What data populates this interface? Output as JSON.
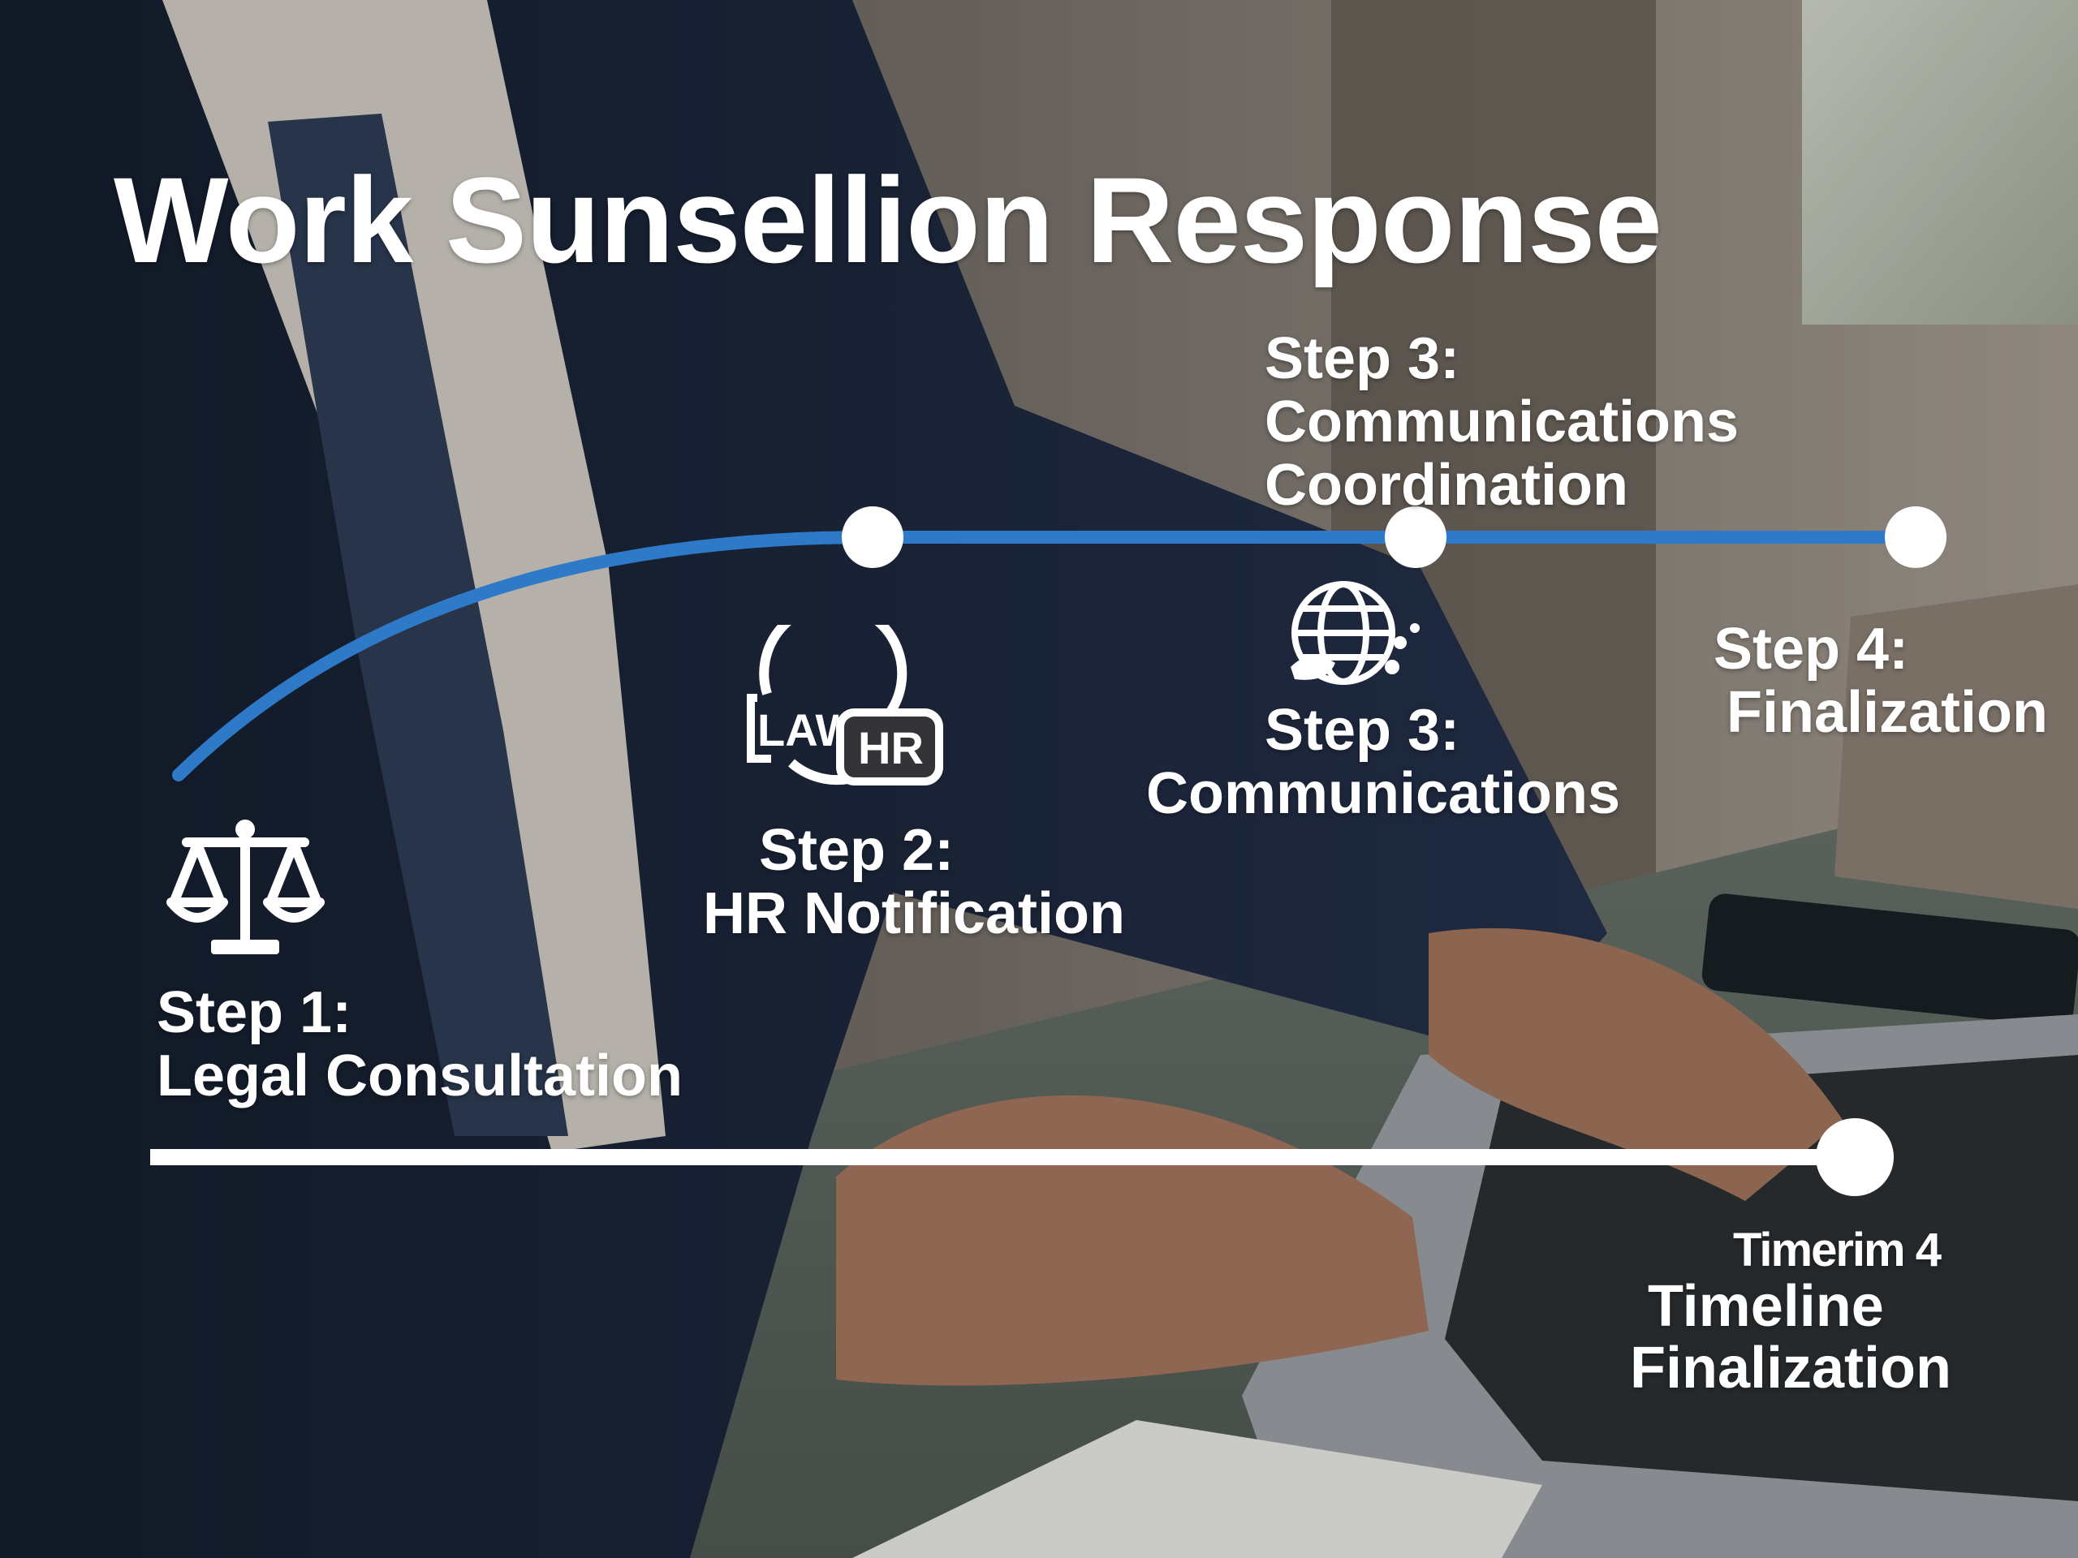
{
  "title": "Work Sunsellion Response",
  "steps": {
    "step1": {
      "label": "Step 1:",
      "name": "Legal Consultation",
      "icon": "scales-of-justice-icon"
    },
    "step2": {
      "label": "Step 2:",
      "name": "HR Notification",
      "icon": "law-hr-icon",
      "icon_text_left": "LAW",
      "icon_text_right": "HR"
    },
    "step3_upper": {
      "label": "Step 3:",
      "line2": "Communications",
      "line3": "Coordination"
    },
    "step3": {
      "label": "Step 3:",
      "name": "Communications",
      "icon": "globe-icon"
    },
    "step4": {
      "label": "Step 4:",
      "name": "Finalization"
    },
    "timeline_end": {
      "label": "Timerim 4",
      "line2": "Timeline",
      "line3": "Finalization"
    }
  },
  "colors": {
    "accent_blue": "#2f79c9",
    "line_white": "#ffffff"
  }
}
